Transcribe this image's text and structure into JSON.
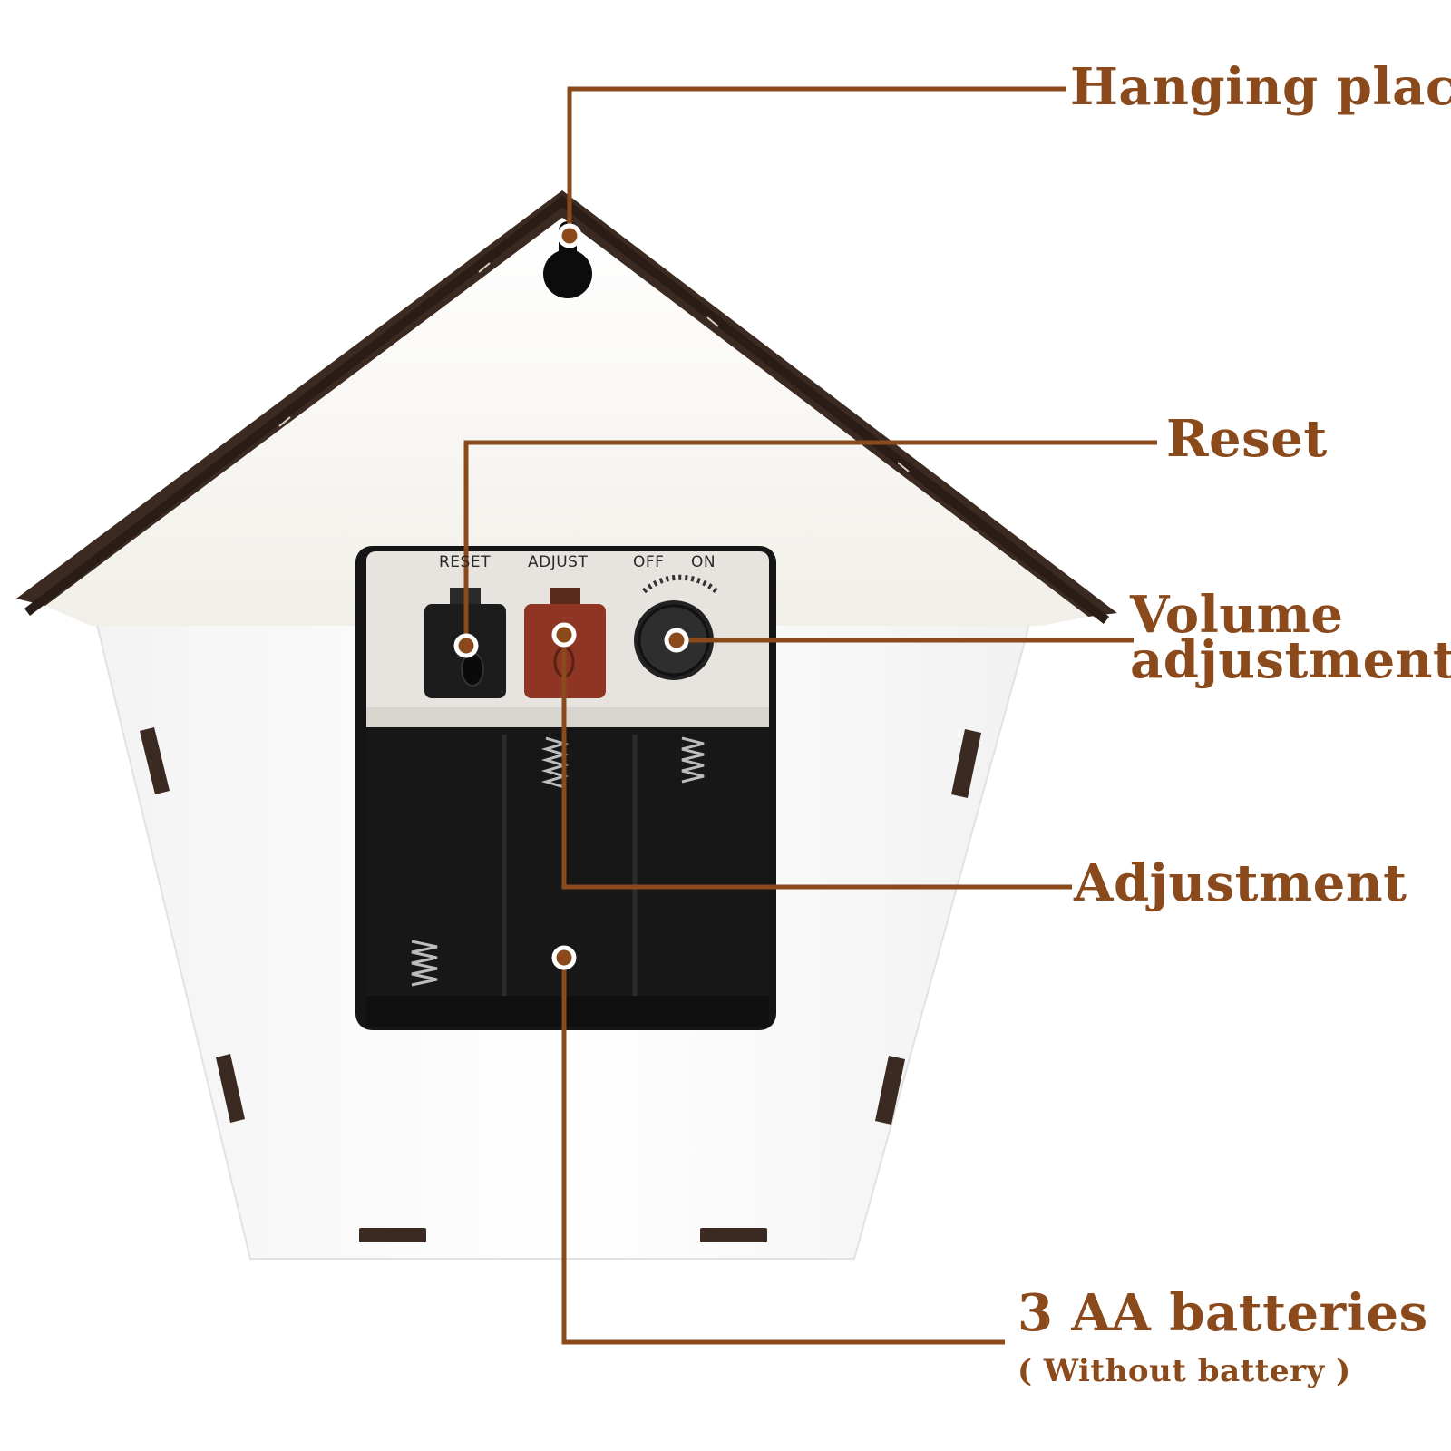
{
  "callouts": {
    "hanging_place": "Hanging place",
    "reset": "Reset",
    "volume_line1": "Volume",
    "volume_line2": "adjustment",
    "adjustment": "Adjustment",
    "batteries": "3 AA batteries",
    "batteries_note": "( Without battery )"
  },
  "panel": {
    "reset_label": "RESET",
    "adjust_label": "ADJUST",
    "off_label": "OFF",
    "on_label": "ON"
  },
  "colors": {
    "callout_text": "#8a4a1c",
    "leader_line": "#8a4a1c",
    "house_body": "#ffffff",
    "roof_edge": "#3a2a22",
    "battery_box": "#141414",
    "reset_button": "#1c1c1c",
    "adjust_button": "#8f3523"
  }
}
